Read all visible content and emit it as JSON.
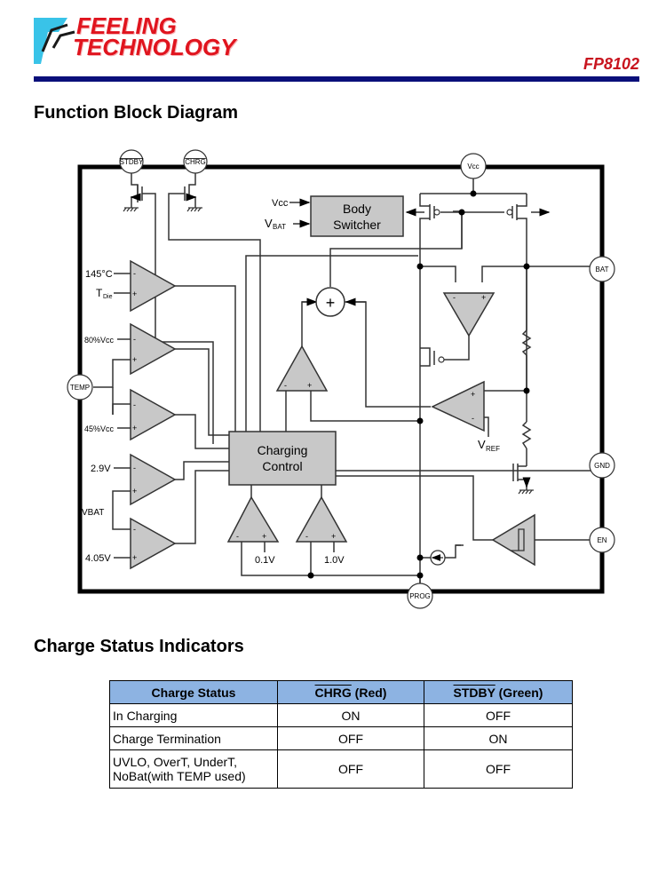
{
  "header": {
    "logo_line1": "FEELING",
    "logo_line2": "TECHNOLOGY",
    "part_number": "FP8102",
    "brand_color": "#e0141e",
    "rule_color": "#0a0f7a"
  },
  "sections": {
    "diagram_title": "Function Block Diagram",
    "status_title": "Charge Status Indicators"
  },
  "diagram": {
    "pins": {
      "stdby": "STDBY",
      "chrg": "CHRG",
      "vcc": "Vcc",
      "bat": "BAT",
      "temp": "TEMP",
      "gnd": "GND",
      "en": "EN",
      "prog": "PROG"
    },
    "blocks": {
      "body_switcher_line1": "Body",
      "body_switcher_line2": "Switcher",
      "charging_control_line1": "Charging",
      "charging_control_line2": "Control",
      "summer": "+"
    },
    "labels": {
      "vcc_in": "Vcc",
      "vbat_in_main": "V",
      "vbat_in_sub": "BAT",
      "t145": "145°C",
      "tdie_main": "T",
      "tdie_sub": "Die",
      "v80": "80%Vcc",
      "v45": "45%Vcc",
      "v29": "2.9V",
      "vbat_comp": "VBAT",
      "v405": "4.05V",
      "v01": "0.1V",
      "v10": "1.0V",
      "vref_main": "V",
      "vref_sub": "REF",
      "minus": "-",
      "plus": "+"
    }
  },
  "status_table": {
    "headers": [
      {
        "name": "CHRG",
        "suffix": " (Red)",
        "overline": true
      },
      {
        "name": "STDBY",
        "suffix": " (Green)",
        "overline": true
      }
    ],
    "first_header": "Charge Status",
    "rows": [
      {
        "status": "In Charging",
        "chrg": "ON",
        "stdby": "OFF"
      },
      {
        "status": "Charge Termination",
        "chrg": "OFF",
        "stdby": "ON"
      },
      {
        "status_line1": "UVLO, OverT, UnderT,",
        "status_line2": "NoBat(with TEMP used)",
        "chrg": "OFF",
        "stdby": "OFF"
      }
    ],
    "header_bg": "#8db3e2"
  }
}
